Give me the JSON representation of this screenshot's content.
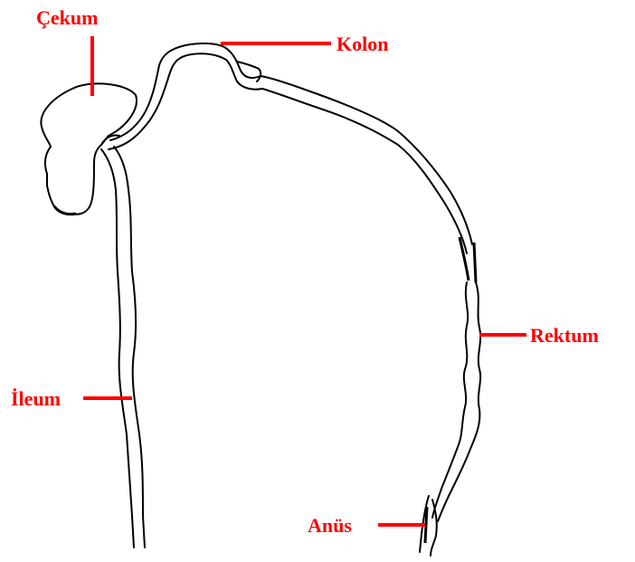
{
  "labels": {
    "cecum": "Çekum",
    "colon": "Kolon",
    "rectum": "Rektum",
    "ileum": "İleum",
    "anus": "Anüs"
  },
  "colors": {
    "label": "#ff0000",
    "outline": "#000000",
    "background": "#ffffff"
  }
}
